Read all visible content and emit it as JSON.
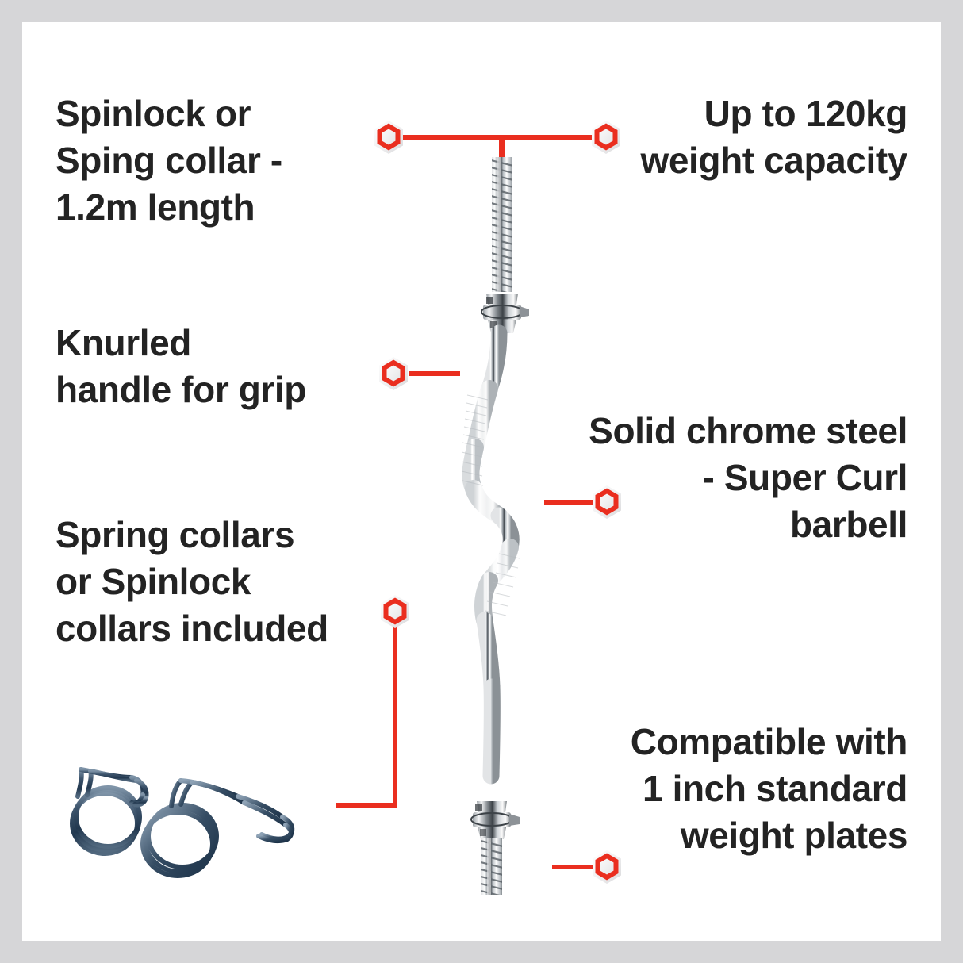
{
  "page": {
    "type": "product-feature-infographic",
    "product": "Super Curl Barbell",
    "background_color": "#d6d6d8",
    "panel_color": "#ffffff",
    "text_color": "#232323",
    "accent_color": "#ea2e1f"
  },
  "callouts": [
    {
      "id": "spinlock-length",
      "text": "Spinlock or\nSping collar -\n1.2m length",
      "align": "left",
      "marker": "hex-marker-icon"
    },
    {
      "id": "weight-capacity",
      "text": "Up to 120kg\nweight capacity",
      "align": "right",
      "marker": "hex-marker-icon"
    },
    {
      "id": "knurled-handle",
      "text": "Knurled\nhandle for grip",
      "align": "left",
      "marker": "hex-marker-icon"
    },
    {
      "id": "chrome-steel",
      "text": "Solid chrome steel\n- Super Curl\nbarbell",
      "align": "right",
      "marker": "hex-marker-icon"
    },
    {
      "id": "spring-collars",
      "text": "Spring collars\nor Spinlock\ncollars included",
      "align": "left",
      "marker": "hex-marker-icon"
    },
    {
      "id": "plate-compatibility",
      "text": "Compatible with\n1 inch standard\nweight plates",
      "align": "right",
      "marker": "hex-marker-icon"
    }
  ],
  "images": {
    "barbell": {
      "name": "super-curl-barbell-photo",
      "description": "Chrome EZ curl barbell shown vertically with threaded ends and spinlock collars"
    },
    "spring_collars": {
      "name": "spring-collars-photo",
      "description": "Pair of dark blue steel spring collar clips"
    }
  }
}
